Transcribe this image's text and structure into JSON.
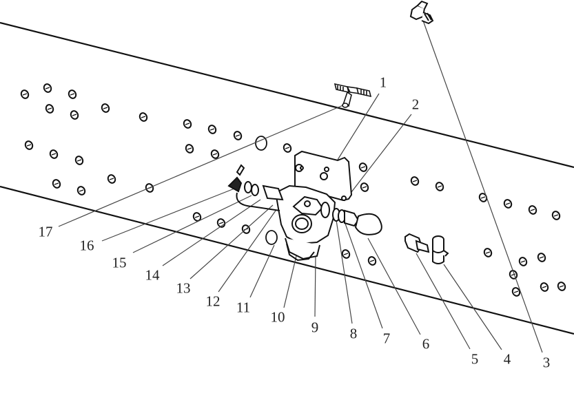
{
  "figure": {
    "type": "exploded-assembly-view",
    "colors": {
      "line": "#111111",
      "leader": "#444444",
      "background": "#ffffff"
    }
  },
  "callouts": [
    {
      "id": "1",
      "text": "1"
    },
    {
      "id": "2",
      "text": "2"
    },
    {
      "id": "3",
      "text": "3"
    },
    {
      "id": "4",
      "text": "4"
    },
    {
      "id": "5",
      "text": "5"
    },
    {
      "id": "6",
      "text": "6"
    },
    {
      "id": "7",
      "text": "7"
    },
    {
      "id": "8",
      "text": "8"
    },
    {
      "id": "9",
      "text": "9"
    },
    {
      "id": "10",
      "text": "10"
    },
    {
      "id": "11",
      "text": "11"
    },
    {
      "id": "12",
      "text": "12"
    },
    {
      "id": "13",
      "text": "13"
    },
    {
      "id": "14",
      "text": "14"
    },
    {
      "id": "15",
      "text": "15"
    },
    {
      "id": "16",
      "text": "16"
    },
    {
      "id": "17",
      "text": "17"
    }
  ]
}
